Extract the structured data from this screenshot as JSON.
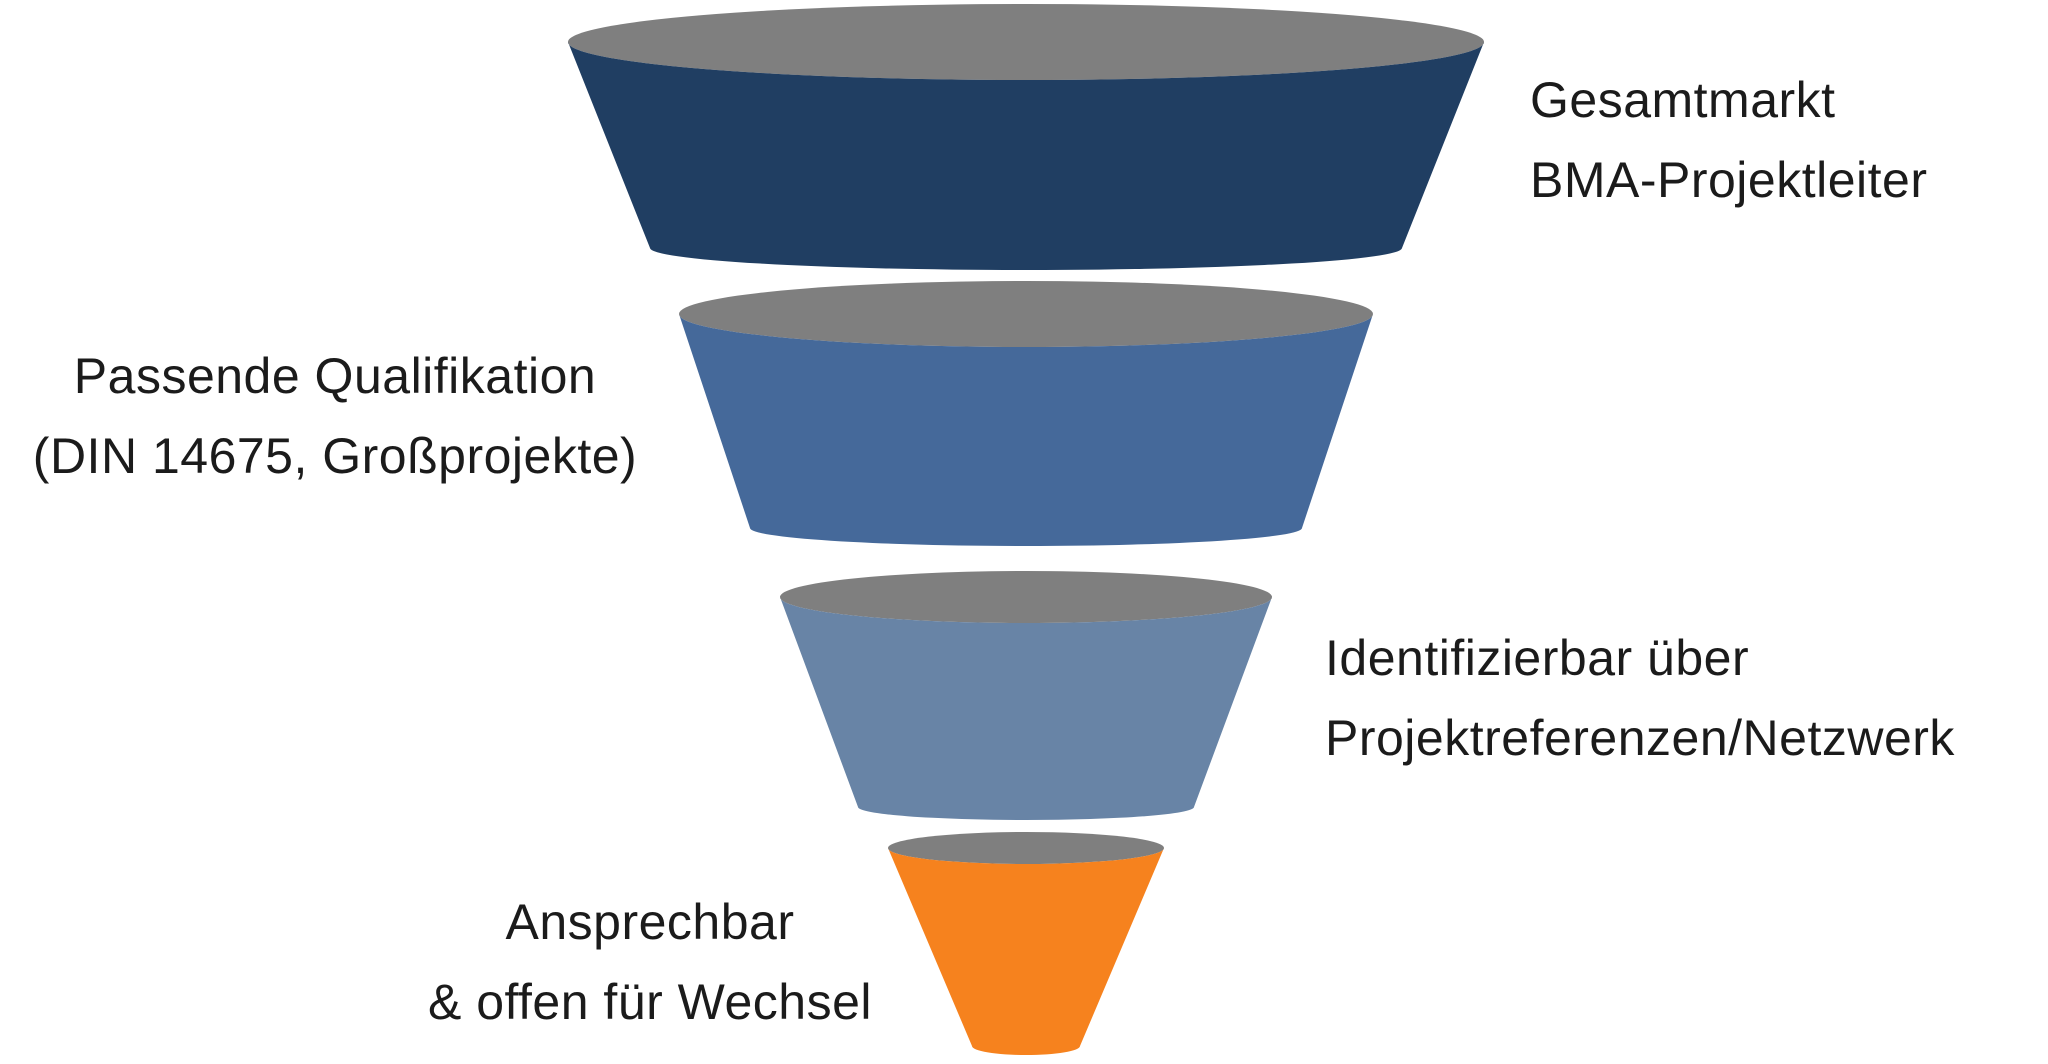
{
  "diagram": {
    "type": "funnel",
    "background_color": "#ffffff",
    "rim_color": "#7f7f7f",
    "text_color": "#1b1b1b",
    "stages": [
      {
        "id": "gesamtmarkt",
        "color": "#203e62",
        "label_side": "right",
        "label_lines": [
          "Gesamtmarkt",
          "BMA-Projektleiter"
        ]
      },
      {
        "id": "qualifikation",
        "color": "#45699a",
        "label_side": "left",
        "label_lines": [
          "Passende Qualifikation",
          "(DIN 14675, Großprojekte)"
        ]
      },
      {
        "id": "identifizierbar",
        "color": "#6884a6",
        "label_side": "right",
        "label_lines": [
          "Identifizierbar über",
          "Projektreferenzen/Netzwerk"
        ]
      },
      {
        "id": "ansprechbar",
        "color": "#f6821e",
        "label_side": "left",
        "label_lines": [
          "Ansprechbar",
          "& offen für Wechsel"
        ]
      }
    ]
  }
}
